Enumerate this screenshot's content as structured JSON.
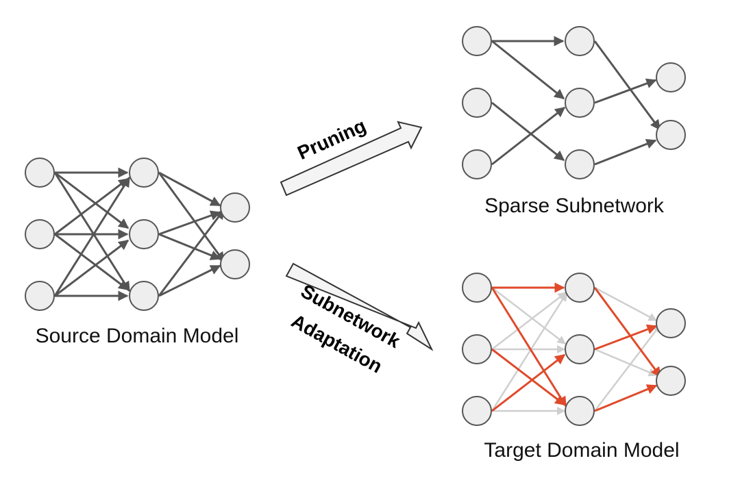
{
  "captions": {
    "source": "Source Domain Model",
    "sparse": "Sparse Subnetwork",
    "target": "Target Domain Model"
  },
  "arrows": {
    "pruning": "Pruning",
    "adaptation_line1": "Subnetwork",
    "adaptation_line2": "Adaptation"
  },
  "colors": {
    "node_fill": "#eeeeee",
    "node_stroke": "#555555",
    "edge_dark": "#555555",
    "edge_gray": "#cfcfcf",
    "edge_active": "#e04a2a"
  }
}
